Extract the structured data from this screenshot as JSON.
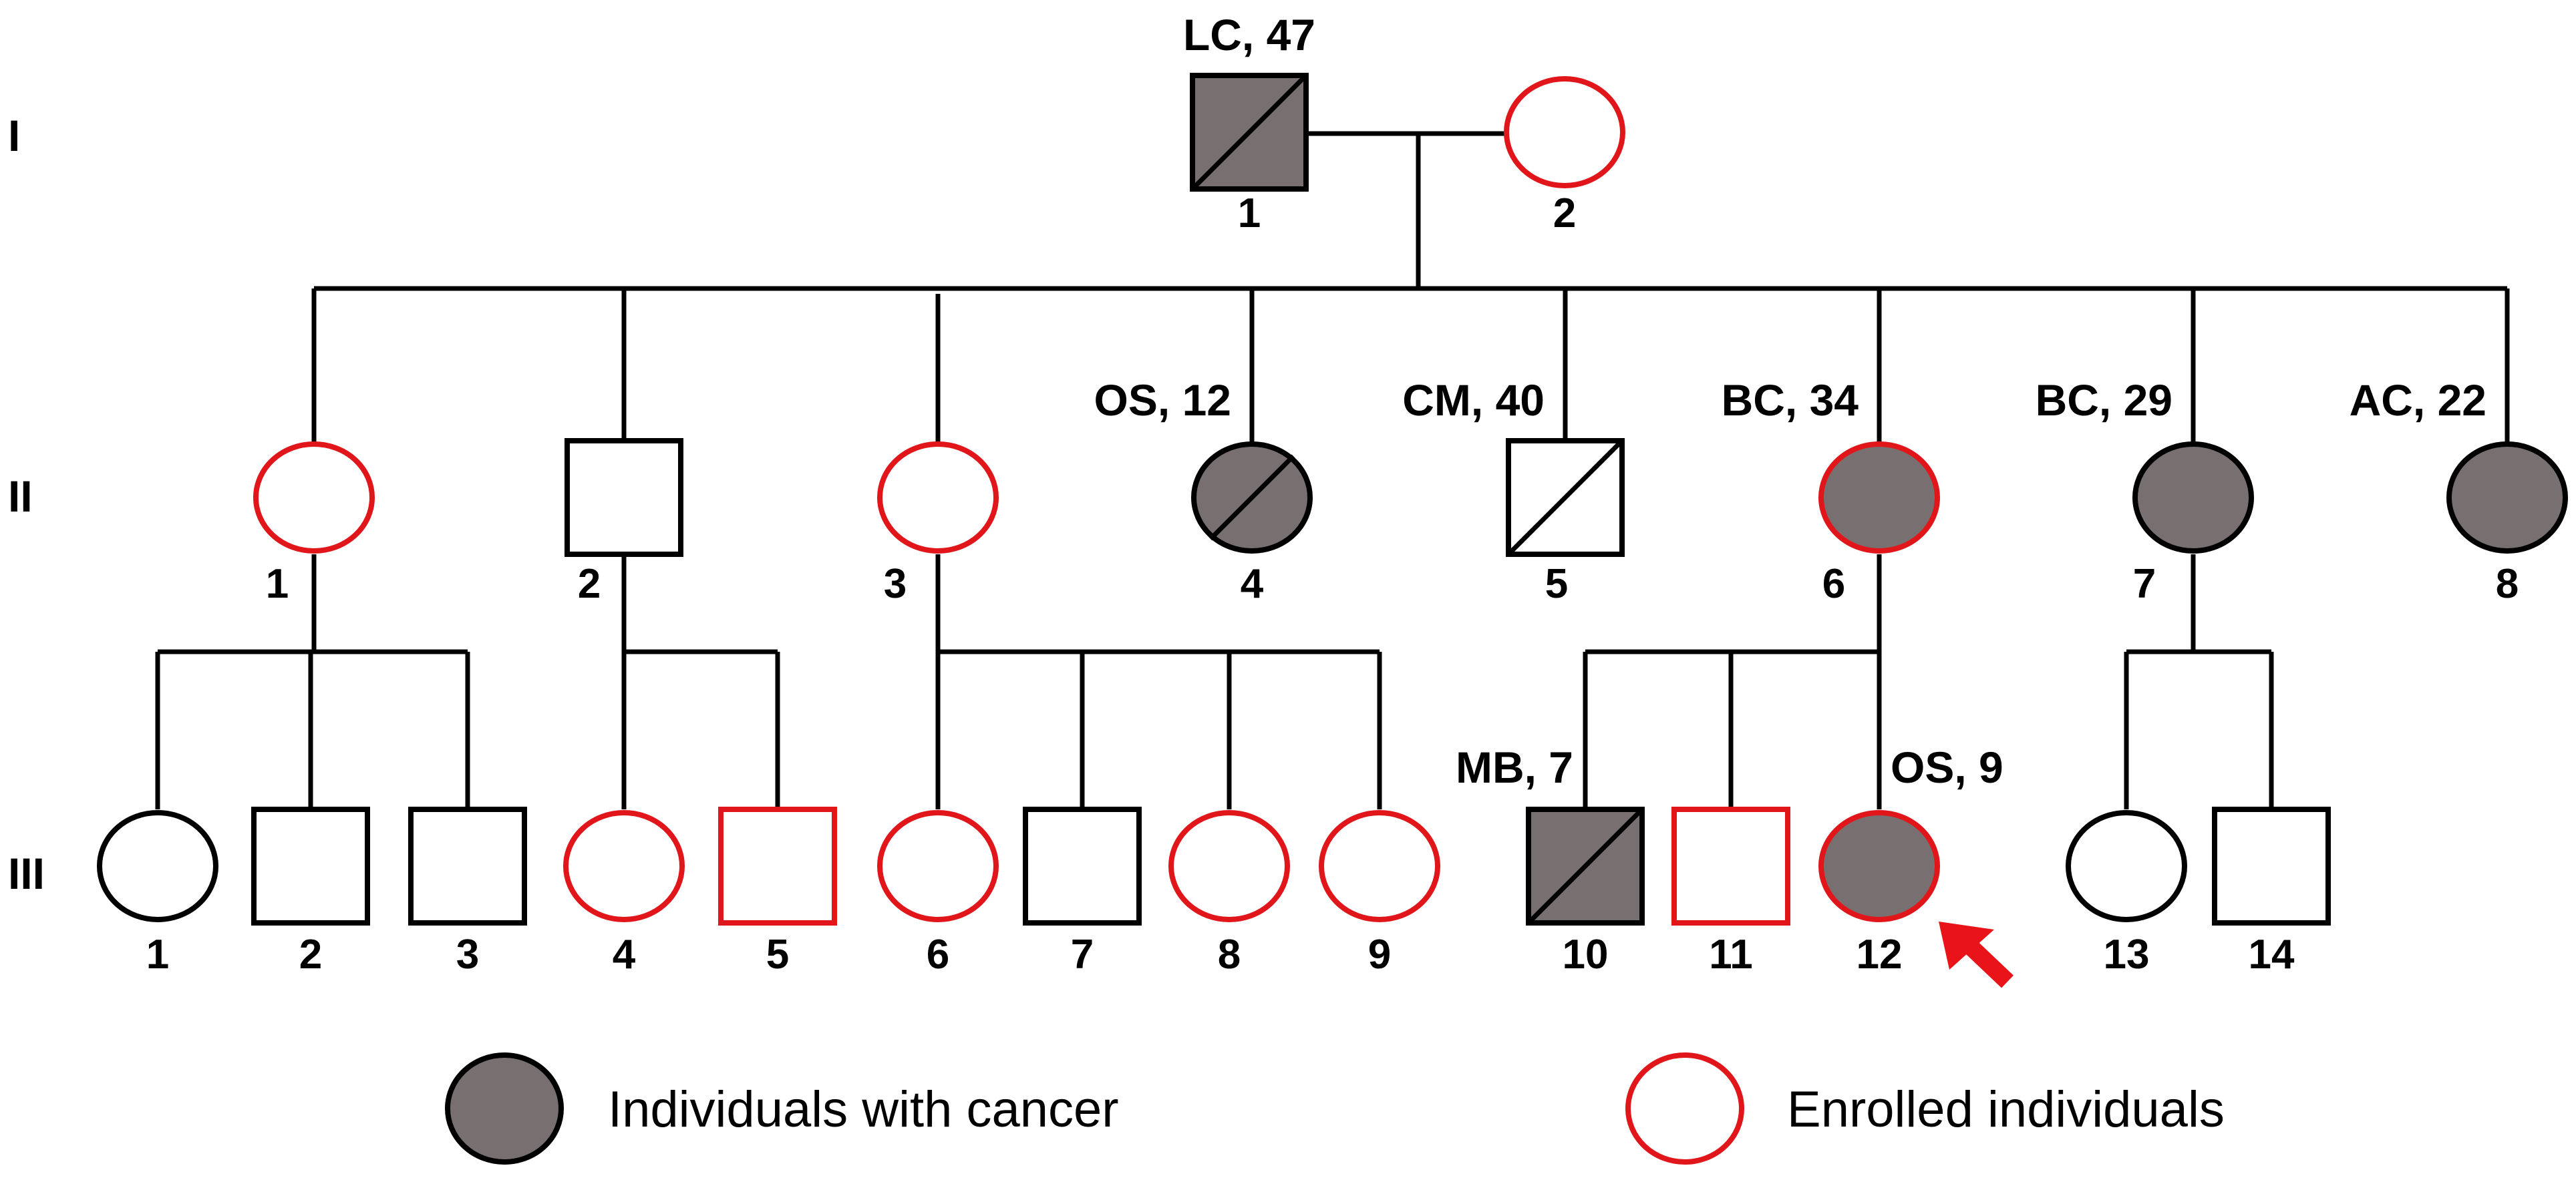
{
  "generations": [
    "I",
    "II",
    "III"
  ],
  "colors": {
    "line": "#000000",
    "affected_fill": "#787070",
    "enrolled_stroke": "#e0161b",
    "default_stroke": "#000000",
    "arrow": "#e8141a"
  },
  "individuals": {
    "I-1": {
      "number": "1",
      "sex": "male",
      "affected": true,
      "deceased": true,
      "enrolled": false,
      "annotation": "LC, 47"
    },
    "I-2": {
      "number": "2",
      "sex": "female",
      "affected": false,
      "deceased": false,
      "enrolled": true,
      "annotation": ""
    },
    "II-1": {
      "number": "1",
      "sex": "female",
      "affected": false,
      "deceased": false,
      "enrolled": true,
      "annotation": ""
    },
    "II-2": {
      "number": "2",
      "sex": "male",
      "affected": false,
      "deceased": false,
      "enrolled": false,
      "annotation": ""
    },
    "II-3": {
      "number": "3",
      "sex": "female",
      "affected": false,
      "deceased": false,
      "enrolled": true,
      "annotation": ""
    },
    "II-4": {
      "number": "4",
      "sex": "female",
      "affected": true,
      "deceased": true,
      "enrolled": false,
      "annotation": "OS, 12"
    },
    "II-5": {
      "number": "5",
      "sex": "male",
      "affected": false,
      "deceased": true,
      "enrolled": false,
      "annotation": "CM, 40"
    },
    "II-6": {
      "number": "6",
      "sex": "female",
      "affected": true,
      "deceased": false,
      "enrolled": true,
      "annotation": "BC, 34"
    },
    "II-7": {
      "number": "7",
      "sex": "female",
      "affected": true,
      "deceased": false,
      "enrolled": false,
      "annotation": "BC, 29"
    },
    "II-8": {
      "number": "8",
      "sex": "female",
      "affected": true,
      "deceased": false,
      "enrolled": false,
      "annotation": "AC, 22"
    },
    "III-1": {
      "number": "1",
      "sex": "female",
      "affected": false,
      "deceased": false,
      "enrolled": false,
      "annotation": ""
    },
    "III-2": {
      "number": "2",
      "sex": "male",
      "affected": false,
      "deceased": false,
      "enrolled": false,
      "annotation": ""
    },
    "III-3": {
      "number": "3",
      "sex": "male",
      "affected": false,
      "deceased": false,
      "enrolled": false,
      "annotation": ""
    },
    "III-4": {
      "number": "4",
      "sex": "female",
      "affected": false,
      "deceased": false,
      "enrolled": true,
      "annotation": ""
    },
    "III-5": {
      "number": "5",
      "sex": "male",
      "affected": false,
      "deceased": false,
      "enrolled": true,
      "annotation": ""
    },
    "III-6": {
      "number": "6",
      "sex": "female",
      "affected": false,
      "deceased": false,
      "enrolled": true,
      "annotation": ""
    },
    "III-7": {
      "number": "7",
      "sex": "male",
      "affected": false,
      "deceased": false,
      "enrolled": false,
      "annotation": ""
    },
    "III-8": {
      "number": "8",
      "sex": "female",
      "affected": false,
      "deceased": false,
      "enrolled": true,
      "annotation": ""
    },
    "III-9": {
      "number": "9",
      "sex": "female",
      "affected": false,
      "deceased": false,
      "enrolled": true,
      "annotation": ""
    },
    "III-10": {
      "number": "10",
      "sex": "male",
      "affected": true,
      "deceased": true,
      "enrolled": false,
      "annotation": "MB, 7"
    },
    "III-11": {
      "number": "11",
      "sex": "male",
      "affected": false,
      "deceased": false,
      "enrolled": true,
      "annotation": ""
    },
    "III-12": {
      "number": "12",
      "sex": "female",
      "affected": true,
      "deceased": false,
      "enrolled": true,
      "annotation": "OS, 9",
      "proband": true
    },
    "III-13": {
      "number": "13",
      "sex": "female",
      "affected": false,
      "deceased": false,
      "enrolled": false,
      "annotation": ""
    },
    "III-14": {
      "number": "14",
      "sex": "male",
      "affected": false,
      "deceased": false,
      "enrolled": false,
      "annotation": ""
    }
  },
  "legend": {
    "cancer_label": "Individuals with cancer",
    "enrolled_label": "Enrolled individuals"
  }
}
